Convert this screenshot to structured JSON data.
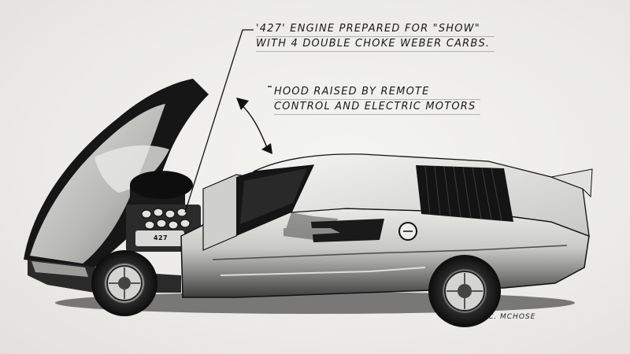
{
  "annotations": {
    "engine_note_line1": "'427' ENGINE PREPARED FOR \"SHOW\"",
    "engine_note_line2": "WITH 4 DOUBLE CHOKE WEBER CARBS.",
    "hood_note_line1": "HOOD RAISED BY REMOTE",
    "hood_note_line2": "CONTROL AND ELECTRIC MOTORS"
  },
  "engine_badge": "427",
  "signature": "C. MCHOSE",
  "colors": {
    "ink": "#111111",
    "paper": "#eeeeec",
    "body_light": "#d9d9d6",
    "body_mid": "#9a9a98"
  }
}
